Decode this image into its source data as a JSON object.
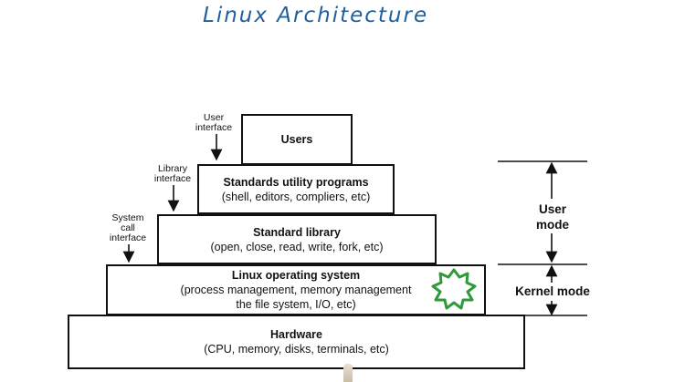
{
  "title": "Linux Architecture",
  "layers": [
    {
      "title": "Users",
      "desc": ""
    },
    {
      "title": "Standards utility programs",
      "desc": "(shell, editors, compliers, etc)"
    },
    {
      "title": "Standard library",
      "desc": "(open, close, read, write, fork, etc)"
    },
    {
      "title": "Linux operating system",
      "desc": "(process management, memory management",
      "desc2": "the file system, I/O, etc)"
    },
    {
      "title": "Hardware",
      "desc": "(CPU, memory, disks, terminals, etc)"
    }
  ],
  "interfaces": {
    "user": {
      "line1": "User",
      "line2": "interface"
    },
    "library": {
      "line1": "Library",
      "line2": "interface"
    },
    "syscall": {
      "line1": "System",
      "line2": "call",
      "line3": "interface"
    }
  },
  "modes": {
    "user": {
      "line1": "User",
      "line2": "mode"
    },
    "kernel": "Kernel mode"
  },
  "colors": {
    "title": "#1f5f9e",
    "star": "#2f9a3a"
  }
}
